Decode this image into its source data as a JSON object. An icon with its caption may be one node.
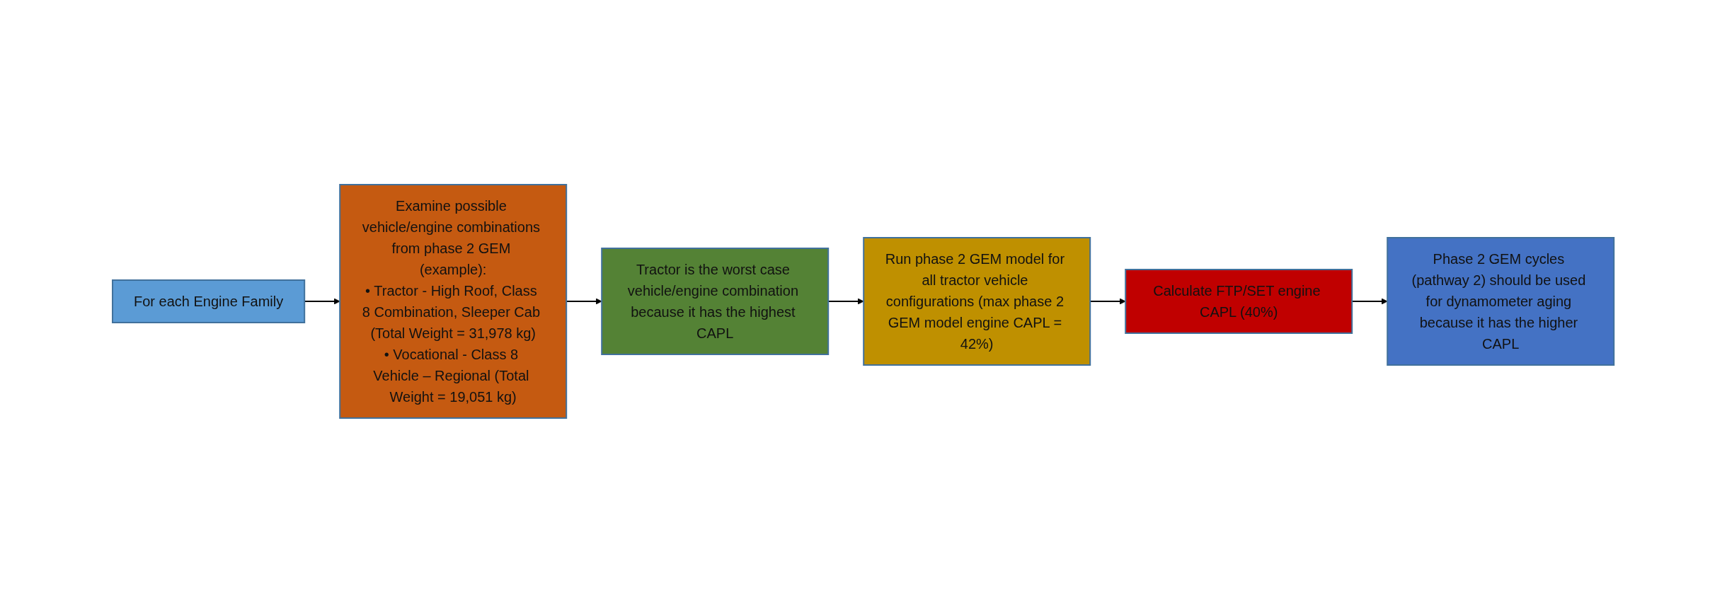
{
  "diagram": {
    "nodes": [
      {
        "text": [
          "For each Engine Family"
        ]
      },
      {
        "text": [
          "Examine possible vehicle/engine combinations from phase 2 GEM (example):",
          "• Tractor - High Roof, Class 8 Combination, Sleeper Cab (Total Weight = 31,978 kg)",
          "• Vocational - Class 8 Vehicle – Regional (Total Weight = 19,051 kg)"
        ]
      },
      {
        "text": [
          "Tractor is the worst case vehicle/engine combination because it has the highest CAPL"
        ]
      },
      {
        "text": [
          "Run phase 2 GEM model for all tractor vehicle configurations (max phase 2 GEM model engine CAPL = 42%)"
        ]
      },
      {
        "text": [
          "Calculate FTP/SET engine CAPL (40%)"
        ]
      },
      {
        "text": [
          "Phase 2 GEM cycles (pathway 2) should be used for dynamometer aging because it has the higher CAPL"
        ]
      }
    ],
    "edges": [
      {
        "from": 0,
        "to": 1,
        "arrow": "to"
      },
      {
        "from": 1,
        "to": 2,
        "arrow": "to"
      },
      {
        "from": 2,
        "to": 3,
        "arrow": "to"
      },
      {
        "from": 3,
        "to": 4,
        "arrow": "to"
      },
      {
        "from": 4,
        "to": 5,
        "arrow": "to"
      }
    ]
  }
}
